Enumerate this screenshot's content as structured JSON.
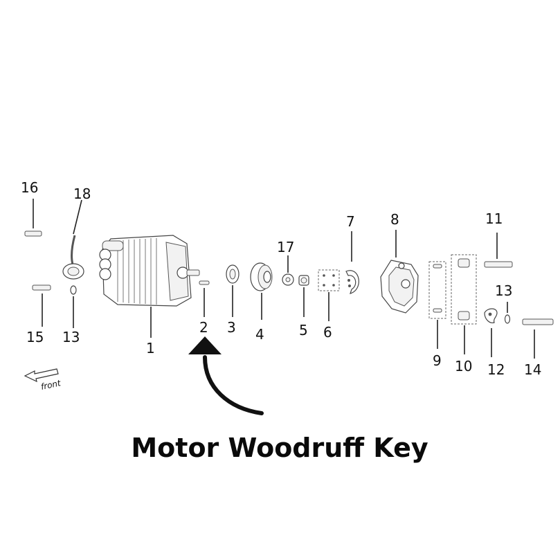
{
  "labels": {
    "p1": "1",
    "p2": "2",
    "p3": "3",
    "p4": "4",
    "p5": "5",
    "p6": "6",
    "p7": "7",
    "p8": "8",
    "p9": "9",
    "p10": "10",
    "p11": "11",
    "p12": "12",
    "p13a": "13",
    "p13b": "13",
    "p14": "14",
    "p15": "15",
    "p16": "16",
    "p17": "17",
    "p18": "18"
  },
  "front": "front",
  "caption": "Motor Woodruff Key",
  "colors": {
    "ink": "#111111",
    "caption": "#0a0a0a",
    "lineart": "#444444"
  }
}
